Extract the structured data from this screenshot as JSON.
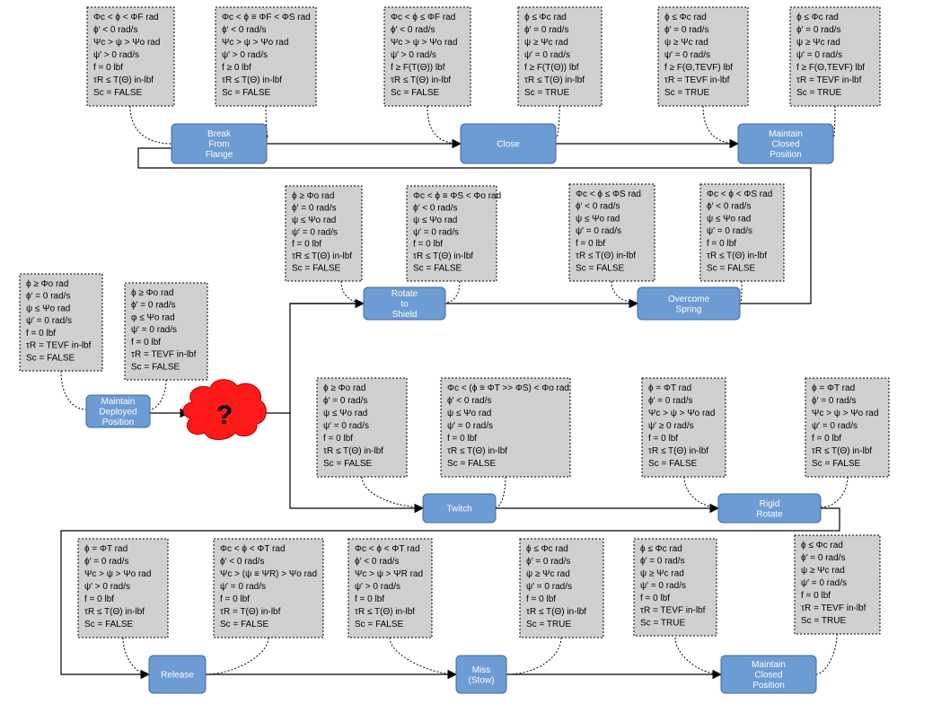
{
  "states": {
    "break_from_flange": [
      "Break",
      "From",
      "Flange"
    ],
    "close": [
      "Close"
    ],
    "maintain_closed_top": [
      "Maintain",
      "Closed",
      "Position"
    ],
    "rotate_to_shield": [
      "Rotate",
      "to",
      "Shield"
    ],
    "overcome_spring": [
      "Overcome",
      "Spring"
    ],
    "maintain_deployed": [
      "Maintain",
      "Deployed",
      "Position"
    ],
    "unknown": "?",
    "twitch": [
      "Twitch"
    ],
    "rigid_rotate": [
      "Rigid",
      "Rotate"
    ],
    "release": [
      "Release"
    ],
    "miss_stow": [
      "Miss",
      "(Stow)"
    ],
    "maintain_closed_bottom": [
      "Maintain",
      "Closed",
      "Position"
    ]
  },
  "conditions": {
    "break_from_flange": [
      "Φc < ϕ < ΦF rad",
      "ϕ′ < 0 rad/s",
      "Ψc > ψ > Ψo rad",
      "ψ′ > 0 rad/s",
      "f = 0 lbf",
      "τR ≤ T(Θ) in-lbf",
      "Sc = FALSE"
    ],
    "break_from_flange_2": [
      "Φc < ϕ ≡ ΦF < ΦS rad",
      "ϕ′ < 0 rad/s",
      "Ψc > ψ > Ψo rad",
      "ψ′ > 0 rad/s",
      "f ≥ 0 lbf",
      "τR ≤ T(Θ) in-lbf",
      "Sc = FALSE"
    ],
    "close_1": [
      "Φc < ϕ ≤ ΦF rad",
      "ϕ′ < 0 rad/s",
      "Ψc > ψ > Ψo rad",
      "ψ′ > 0 rad/s",
      "f ≥ F(T(Θ)) lbf",
      "τR ≤ T(Θ) in-lbf",
      "Sc = FALSE"
    ],
    "close_2": [
      "ϕ ≤ Φc rad",
      "ϕ′ = 0 rad/s",
      "ψ ≥ Ψc rad",
      "ψ′ = 0 rad/s",
      "f ≥ F(T(Θ)) lbf",
      "τR ≤ T(Θ) in-lbf",
      "Sc = TRUE"
    ],
    "maintain_closed_1": [
      "ϕ ≤ Φc rad",
      "ϕ′ = 0 rad/s",
      "ψ ≥ Ψc rad",
      "ψ′ = 0 rad/s",
      "f ≥ F(Θ,TEVF) lbf",
      "τR = TEVF in-lbf",
      "Sc = TRUE"
    ],
    "maintain_closed_2": [
      "ϕ ≤ Φc rad",
      "ϕ′ = 0 rad/s",
      "ψ ≥ Ψc rad",
      "ψ′ = 0 rad/s",
      "f ≥ F(Θ,TEVF) lbf",
      "τR = TEVF in-lbf",
      "Sc = TRUE"
    ],
    "rotate_1": [
      "ϕ ≥ Φo rad",
      "ϕ′ = 0 rad/s",
      "ψ ≤ Ψo rad",
      "ψ′ = 0 rad/s",
      "f = 0 lbf",
      "τR ≤ T(Θ) in-lbf",
      "Sc = FALSE"
    ],
    "rotate_2": [
      "Φc < ϕ ≡ ΦS < Φo rad",
      "ϕ′ < 0 rad/s",
      "ψ ≤ Ψo rad",
      "ψ′ = 0 rad/s",
      "f = 0 lbf",
      "τR ≤ T(Θ) in-lbf",
      "Sc = FALSE"
    ],
    "overcome_1": [
      "Φc < ϕ ≤ ΦS rad",
      "ϕ′ < 0 rad/s",
      "ψ ≤ Ψo rad",
      "ψ′ = 0 rad/s",
      "f = 0 lbf",
      "τR ≤ T(Θ) in-lbf",
      "Sc = FALSE"
    ],
    "overcome_2": [
      "Φc < ϕ < ΦS rad",
      "ϕ′ < 0 rad/s",
      "ψ ≤ Ψo rad",
      "ψ′ = 0 rad/s",
      "f = 0 lbf",
      "τR ≤ T(Θ) in-lbf",
      "Sc = FALSE"
    ],
    "deployed_1": [
      "ϕ ≥ Φo rad",
      "ϕ′ = 0 rad/s",
      "ψ ≤ Ψo rad",
      "ψ′ = 0 rad/s",
      "f = 0 lbf",
      "τR = TEVF in-lbf",
      "Sc = FALSE"
    ],
    "deployed_2": [
      "ϕ ≥ Φo rad",
      "ϕ′ = 0 rad/s",
      "φ ≤ Ψo rad",
      "ψ′ = 0 rad/s",
      "f = 0 lbf",
      "τR = TEVF in-lbf",
      "Sc = FALSE"
    ],
    "twitch_1": [
      "ϕ ≥ Φo rad",
      "ϕ′ = 0 rad/s",
      "ψ ≤ Ψo rad",
      "ψ′ = 0 rad/s",
      "f = 0 lbf",
      "τR ≤ T(Θ) in-lbf",
      "Sc = FALSE"
    ],
    "twitch_2": [
      "Φc < (ϕ ≡ ΦT >> ΦS) < Φo rad",
      "ϕ′ < 0 rad/s",
      "ψ ≤ Ψo rad",
      "ψ′ = 0 rad/s",
      "f = 0 lbf",
      "τR ≤ T(Θ) in-lbf",
      "Sc = FALSE"
    ],
    "rigid_1": [
      "ϕ = ΦT rad",
      "ϕ′ = 0 rad/s",
      "Ψc > ψ > Ψo rad",
      "ψ′ ≥ 0 rad/s",
      "f = 0 lbf",
      "τR ≤ T(Θ) in-lbf",
      "Sc = FALSE"
    ],
    "rigid_2": [
      "ϕ = ΦT rad",
      "ϕ′ = 0 rad/s",
      "Ψc > ψ > Ψo rad",
      "ψ′ = 0 rad/s",
      "f = 0 lbf",
      "τR ≤ T(Θ) in-lbf",
      "Sc = FALSE"
    ],
    "release_1": [
      "ϕ = ΦT rad",
      "ϕ′ = 0 rad/s",
      "Ψc > ψ > Ψo rad",
      "ψ′ > 0 rad/s",
      "f = 0 lbf",
      "τR ≤ T(Θ) in-lbf",
      "Sc = FALSE"
    ],
    "release_2": [
      "Φc < ϕ < ΦT rad",
      "ϕ′ < 0 rad/s",
      "Ψc > (ψ ≡ ΨR) > Ψo rad",
      "ψ′ = 0 rad/s",
      "f = 0 lbf",
      "τR = T(Θ) in-lbf",
      "Sc = FALSE"
    ],
    "miss_1": [
      "Φc < ϕ < ΦT rad",
      "ϕ′ < 0 rad/s",
      "Ψc > ψ > ΨR rad",
      "ψ′ > 0 rad/s",
      "f = 0 lbf",
      "τR ≤ T(Θ) in-lbf",
      "Sc = FALSE"
    ],
    "miss_2": [
      "ϕ ≤ Φc rad",
      "ϕ′ = 0 rad/s",
      "ψ ≥ Ψc rad",
      "ψ′ = 0 rad/s",
      "f = 0 lbf",
      "τR ≤ T(Θ) in-lbf",
      "Sc = TRUE"
    ],
    "maintain_closed_bottom_1": [
      "ϕ ≤ Φc rad",
      "ϕ′ = 0 rad/s",
      "ψ ≥ Ψc rad",
      "ψ′ = 0 rad/s",
      "f = 0 lbf",
      "τR = TEVF in-lbf",
      "Sc = TRUE"
    ],
    "maintain_closed_bottom_2": [
      "ϕ ≤ Φc rad",
      "ϕ′ = 0 rad/s",
      "ψ ≥ Ψc rad",
      "ψ′ = 0 rad/s",
      "f = 0 lbf",
      "τR = TEVF in-lbf",
      "Sc = TRUE"
    ]
  },
  "colors": {
    "state_fill": "#6d9bd3",
    "state_stroke": "#3d6aa3",
    "condition_fill": "#cfcfcf",
    "unknown_fill": "#ff1a1a"
  }
}
